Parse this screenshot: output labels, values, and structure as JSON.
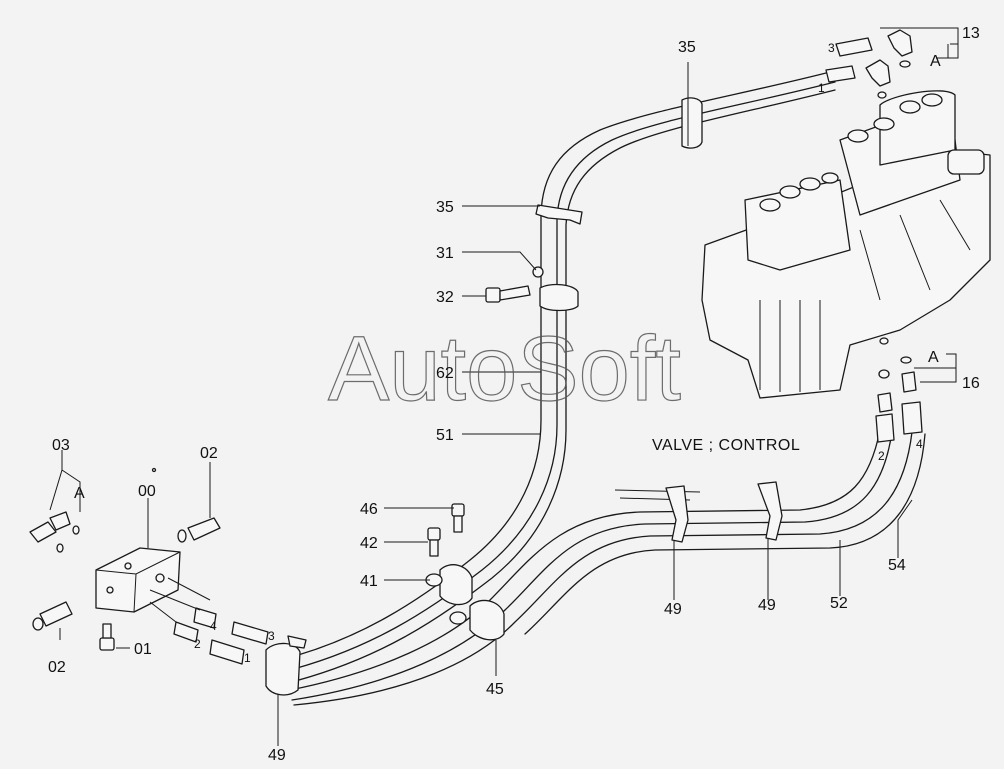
{
  "diagram": {
    "caption": "VALVE ; CONTROL",
    "watermark": "AutoSoft",
    "callouts": {
      "c13": "13",
      "c16": "16",
      "c35a": "35",
      "c35b": "35",
      "c31": "31",
      "c32": "32",
      "c62": "62",
      "c51": "51",
      "c46": "46",
      "c42": "42",
      "c41": "41",
      "c45": "45",
      "c49a": "49",
      "c49b": "49",
      "c49c": "49",
      "c52": "52",
      "c54": "54",
      "c00": "00",
      "c01": "01",
      "c02a": "02",
      "c02b": "02",
      "c03": "03"
    },
    "detail_marks": {
      "a1": "A",
      "a2": "A",
      "a3": "A"
    },
    "hose_numbers": {
      "top3": "3",
      "top1": "1",
      "right2": "2",
      "right4": "4",
      "left4": "4",
      "left3": "3",
      "left2": "2",
      "left1": "1"
    }
  }
}
